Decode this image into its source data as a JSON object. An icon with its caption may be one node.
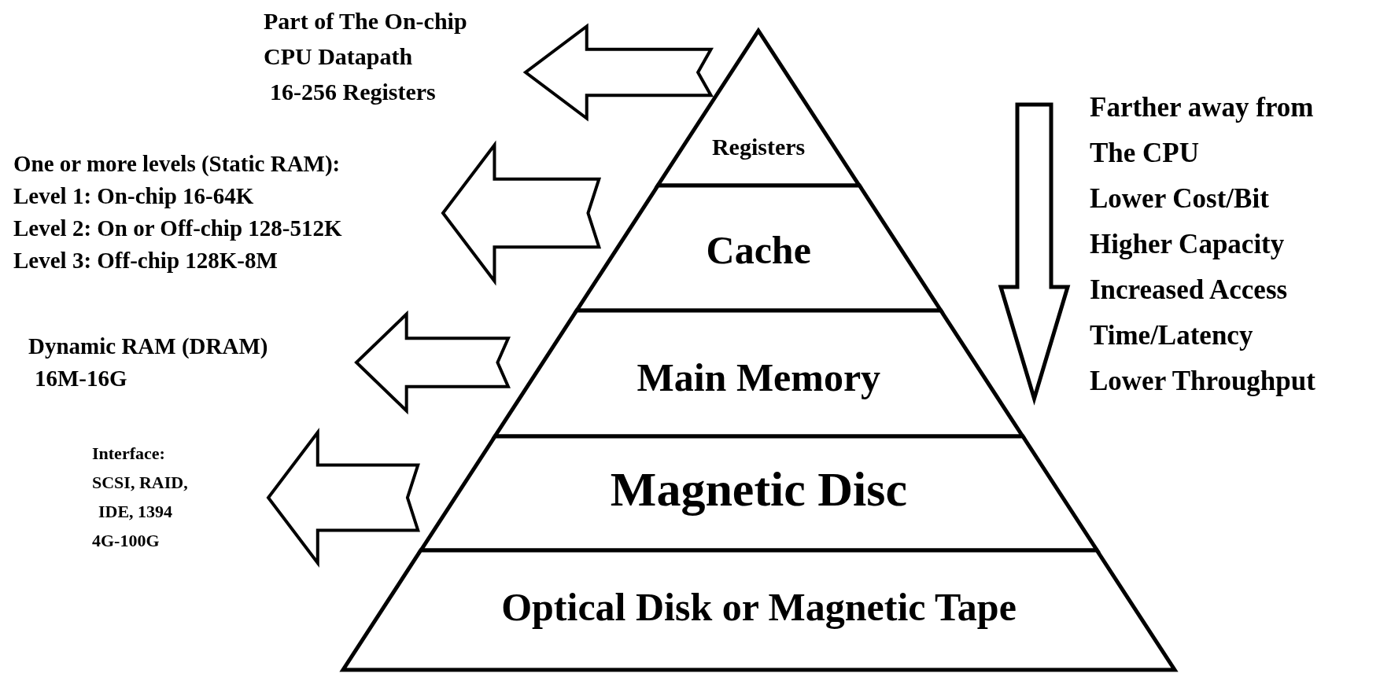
{
  "diagram": {
    "nodes": [
      {
        "text": [
          "Registers"
        ]
      },
      {
        "text": [
          "Cache"
        ]
      },
      {
        "text": [
          "Main Memory"
        ]
      },
      {
        "text": [
          "Magnetic Disc"
        ]
      },
      {
        "text": [
          "Optical Disk or Magnetic Tape"
        ]
      },
      {
        "text": [
          "Part of The On-chip",
          "CPU Datapath",
          "16-256 Registers"
        ]
      },
      {
        "text": [
          "One or more levels (Static RAM):",
          "Level 1: On-chip 16-64K",
          "Level 2: On or Off-chip 128-512K",
          "Level 3: Off-chip 128K-8M"
        ]
      },
      {
        "text": [
          "Dynamic RAM (DRAM)",
          "16M-16G"
        ]
      },
      {
        "text": [
          "Interface:",
          "SCSI, RAID,",
          "IDE, 1394",
          "4G-100G"
        ]
      }
    ],
    "edges": [
      {
        "from": 0,
        "to": 5,
        "arrow": "to"
      },
      {
        "from": 1,
        "to": 6,
        "arrow": "to"
      },
      {
        "from": 2,
        "to": 7,
        "arrow": "to"
      },
      {
        "from": 3,
        "to": 8,
        "arrow": "to"
      }
    ],
    "labels": [
      "Farther away from",
      "The CPU",
      "Lower Cost/Bit",
      "Higher Capacity",
      "Increased Access",
      "Time/Latency",
      "Lower Throughput"
    ]
  }
}
